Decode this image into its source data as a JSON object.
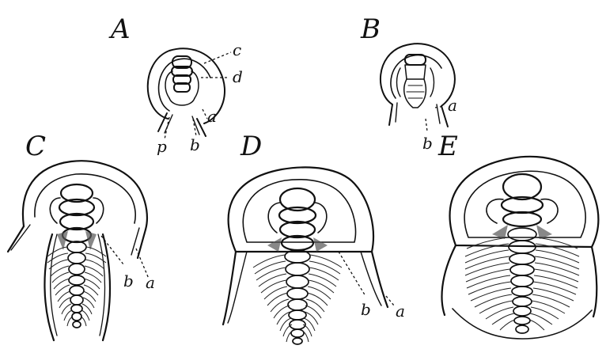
{
  "figures": {
    "A": {
      "letter": "A",
      "labels": {
        "a": "a",
        "b": "b",
        "c": "c",
        "d": "d",
        "p": "p"
      }
    },
    "B": {
      "letter": "B",
      "labels": {
        "a": "a",
        "b": "b"
      }
    },
    "C": {
      "letter": "C",
      "labels": {
        "a": "a",
        "b": "b"
      }
    },
    "D": {
      "letter": "D",
      "labels": {
        "a": "a",
        "b": "b"
      }
    },
    "E": {
      "letter": "E",
      "labels": {}
    }
  },
  "colors": {
    "ink": "#111111",
    "background": "#ffffff",
    "shading": "#555555"
  }
}
